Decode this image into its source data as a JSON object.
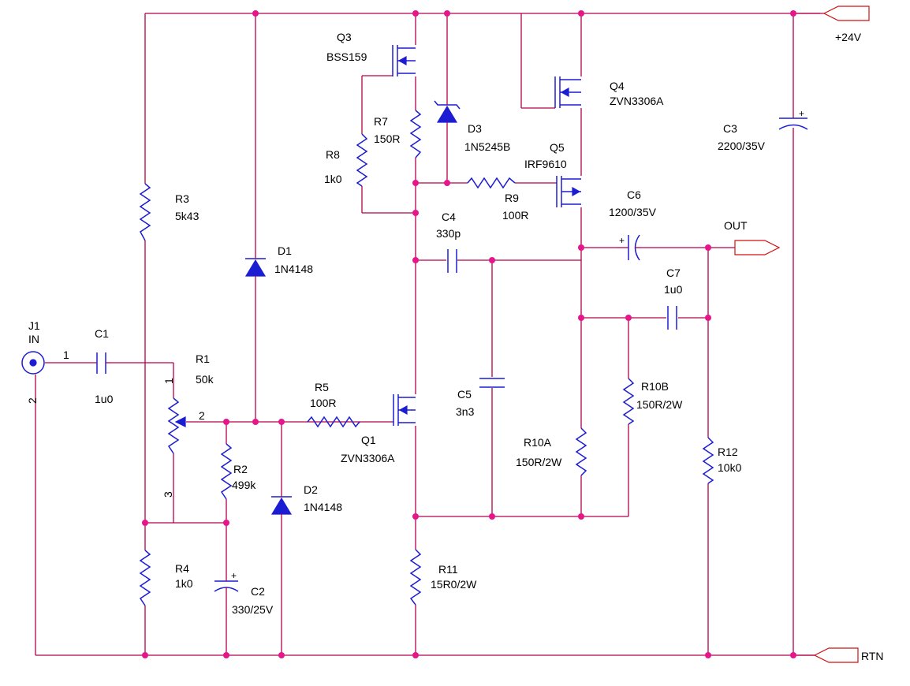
{
  "colors": {
    "wire": "#b4004a",
    "component": "#1c1cd2",
    "junction": "#e6168a",
    "port": "#d01010",
    "text": "#000000",
    "background": "#ffffff"
  },
  "ports": {
    "vcc": "+24V",
    "out": "OUT",
    "rtn": "RTN"
  },
  "connector": {
    "ref": "J1",
    "label": "IN",
    "pin1": "1",
    "pin2": "2"
  },
  "parts": {
    "c1": {
      "ref": "C1",
      "value": "1u0"
    },
    "c2": {
      "ref": "C2",
      "value": "330/25V"
    },
    "c3": {
      "ref": "C3",
      "value": "2200/35V"
    },
    "c4": {
      "ref": "C4",
      "value": "330p"
    },
    "c5": {
      "ref": "C5",
      "value": "3n3"
    },
    "c6": {
      "ref": "C6",
      "value": "1200/35V"
    },
    "c7": {
      "ref": "C7",
      "value": "1u0"
    },
    "r1": {
      "ref": "R1",
      "value": "50k",
      "pin1": "1",
      "pin2": "2",
      "pin3": "3"
    },
    "r2": {
      "ref": "R2",
      "value": "499k"
    },
    "r3": {
      "ref": "R3",
      "value": "5k43"
    },
    "r4": {
      "ref": "R4",
      "value": "1k0"
    },
    "r5": {
      "ref": "R5",
      "value": "100R"
    },
    "r7": {
      "ref": "R7",
      "value": "150R"
    },
    "r8": {
      "ref": "R8",
      "value": "1k0"
    },
    "r9": {
      "ref": "R9",
      "value": "100R"
    },
    "r10a": {
      "ref": "R10A",
      "value": "150R/2W"
    },
    "r10b": {
      "ref": "R10B",
      "value": "150R/2W"
    },
    "r11": {
      "ref": "R11",
      "value": "15R0/2W"
    },
    "r12": {
      "ref": "R12",
      "value": "10k0"
    },
    "d1": {
      "ref": "D1",
      "value": "1N4148"
    },
    "d2": {
      "ref": "D2",
      "value": "1N4148"
    },
    "d3": {
      "ref": "D3",
      "value": "1N5245B"
    },
    "q1": {
      "ref": "Q1",
      "value": "ZVN3306A"
    },
    "q3": {
      "ref": "Q3",
      "value": "BSS159"
    },
    "q4": {
      "ref": "Q4",
      "value": "ZVN3306A"
    },
    "q5": {
      "ref": "Q5",
      "value": "IRF9610"
    }
  }
}
